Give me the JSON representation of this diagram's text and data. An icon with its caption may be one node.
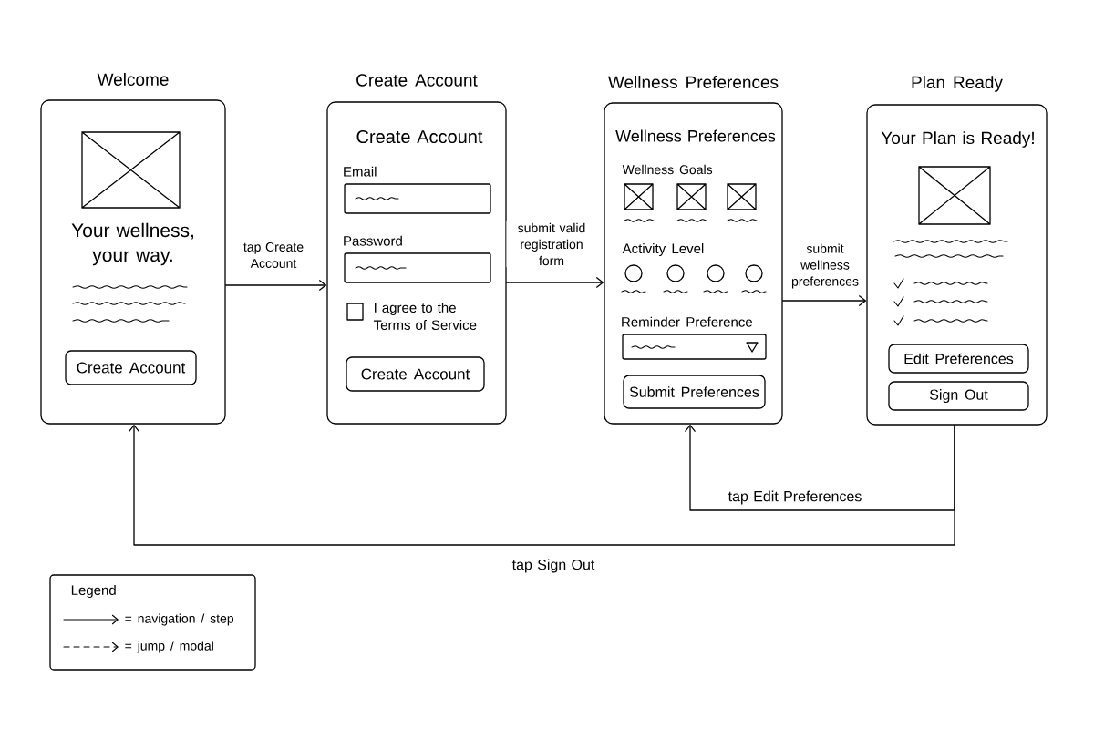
{
  "diagram": {
    "nodes": [
      {
        "text": [
          "Welcome",
          "Your wellness, your way."
        ]
      },
      {
        "text": [
          "Create Account"
        ],
        "in": 0
      },
      {
        "text": [
          "Create Account",
          "Create Account"
        ]
      },
      {
        "text": [],
        "shape": "box",
        "in": 2,
        "beside": [
          "Email"
        ]
      },
      {
        "text": [],
        "shape": "box",
        "in": 2,
        "beside": [
          "Password"
        ]
      },
      {
        "text": [
          "Create Account"
        ],
        "in": 2
      },
      {
        "text": [
          "Wellness Preferences",
          "Wellness Preferences"
        ]
      },
      {
        "text": [],
        "shape": "box",
        "in": 6,
        "beside": [
          "Reminder Preference"
        ]
      },
      {
        "text": [
          "Submit Preferences"
        ],
        "in": 6
      },
      {
        "text": [
          "Plan Ready",
          "Your Plan is Ready!"
        ]
      },
      {
        "text": [
          "Edit Preferences"
        ],
        "in": 9
      },
      {
        "text": [
          "Sign Out"
        ],
        "in": 9
      }
    ],
    "edges": [
      {
        "from": 0,
        "to": 2,
        "arrow": "to",
        "label": "tap Create Account"
      },
      {
        "from": 2,
        "to": 6,
        "arrow": "to",
        "label": "submit valid registration form"
      },
      {
        "from": 6,
        "to": 9,
        "arrow": "to",
        "label": "submit wellness preferences"
      },
      {
        "from": 9,
        "to": 6,
        "arrow": "to",
        "label": "tap Edit Preferences"
      },
      {
        "from": 9,
        "to": 0,
        "arrow": "to",
        "label": "tap Sign Out"
      }
    ],
    "labels": [
      "I agree to the Terms of Service",
      "Wellness Goals",
      "Activity Level",
      "Legend"
    ],
    "legend": [
      {
        "text": "= navigation / step"
      },
      {
        "text": "= jump / modal"
      }
    ]
  }
}
